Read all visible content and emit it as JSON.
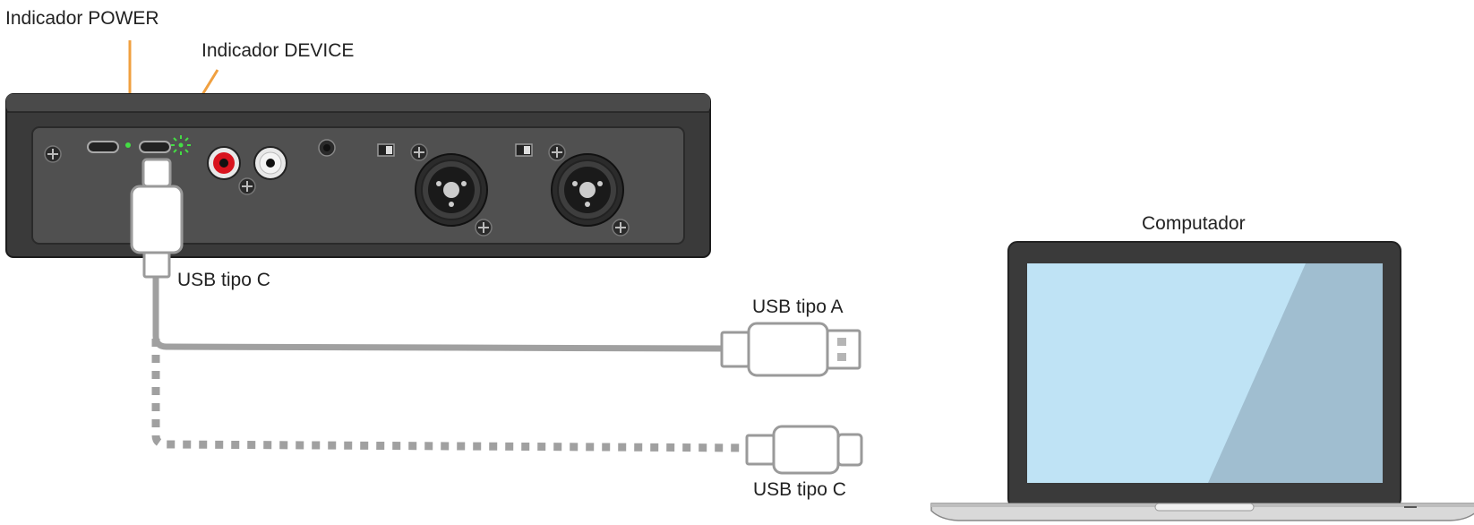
{
  "labels": {
    "power_indicator": "Indicador POWER",
    "device_indicator": "Indicador DEVICE",
    "usb_c_device": "USB tipo C",
    "usb_a": "USB tipo A",
    "usb_c_alt": "USB tipo C",
    "computer": "Computador"
  },
  "colors": {
    "callout_line": "#f0a040",
    "device_led": "#44dd44",
    "cable_solid": "#a0a0a0",
    "cable_dotted": "#a0a0a0",
    "screen": "#bfe3f5",
    "screen_shade": "#a0bed0",
    "device_body": "#3a3a3a"
  }
}
